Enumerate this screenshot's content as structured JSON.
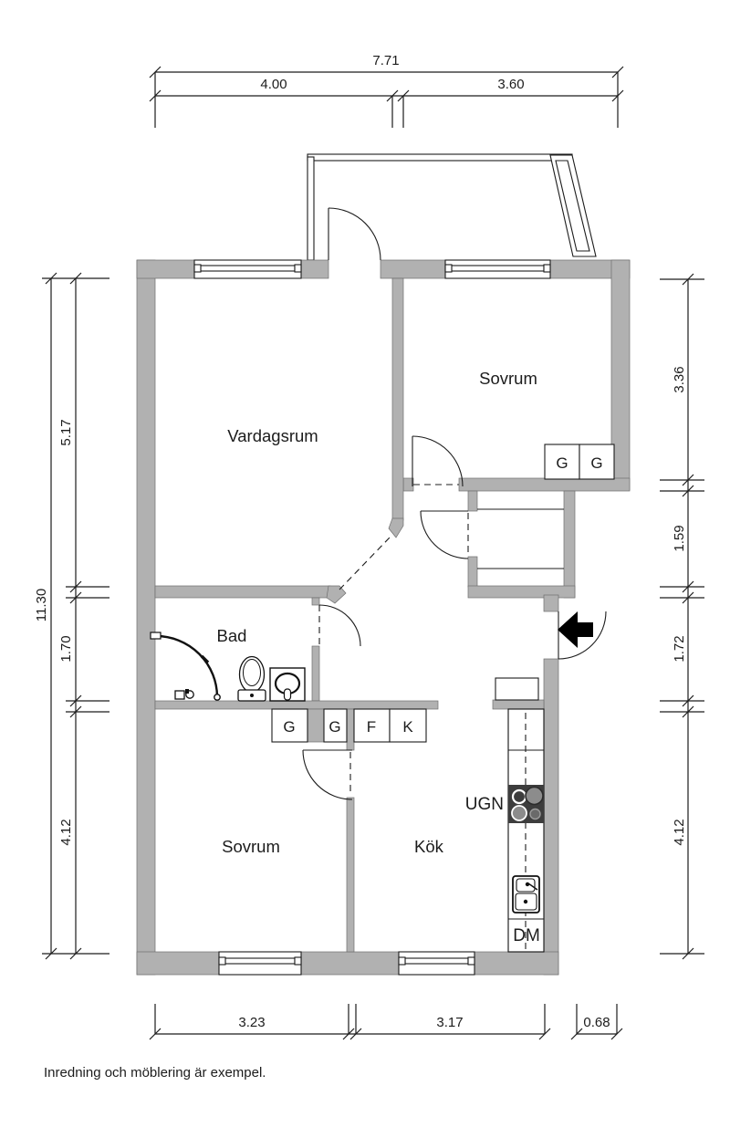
{
  "plan": {
    "rooms": {
      "living_room": "Vardagsrum",
      "bedroom_top": "Sovrum",
      "bedroom_bottom": "Sovrum",
      "bathroom": "Bad",
      "kitchen": "Kök"
    },
    "labels": {
      "oven": "UGN",
      "dishwasher": "DM"
    },
    "closets": {
      "bedroom_top": [
        "G",
        "G"
      ],
      "hall_row": [
        "G",
        "G",
        "F",
        "K"
      ]
    },
    "dimensions": {
      "top": {
        "total": "7.71",
        "segments": [
          "4.00",
          "3.60"
        ]
      },
      "left": {
        "total": "11.30",
        "segments": [
          "5.17",
          "1.70",
          "4.12"
        ]
      },
      "right": {
        "segments": [
          "3.36",
          "1.59",
          "1.72",
          "4.12"
        ]
      },
      "bottom": {
        "segments": [
          "3.23",
          "3.17",
          "0.68"
        ]
      }
    },
    "footnote": "Inredning och möblering är exempel."
  },
  "colors": {
    "wall": "#b1b1b1",
    "line": "#1c1c1c",
    "stove": "#3d3d3d"
  }
}
